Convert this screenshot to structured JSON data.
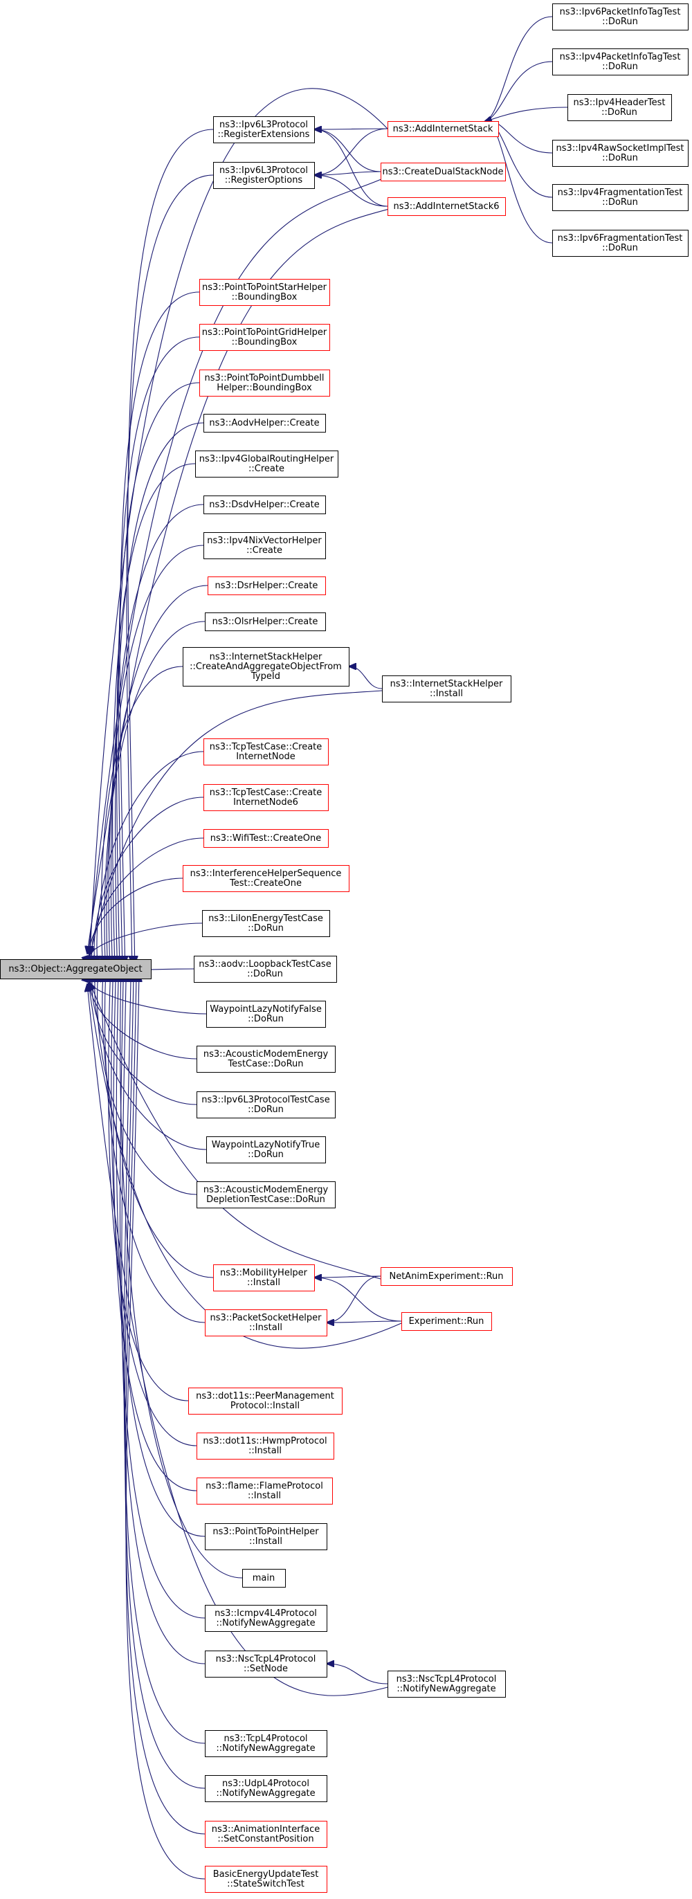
{
  "graph": {
    "nodes": [
      {
        "id": "root",
        "lines": [
          "ns3::Object::AggregateObject"
        ],
        "style": "root"
      },
      {
        "id": "ipv6reg_ext",
        "lines": [
          "ns3::Ipv6L3Protocol",
          "::RegisterExtensions"
        ],
        "style": "black"
      },
      {
        "id": "ipv6reg_opt",
        "lines": [
          "ns3::Ipv6L3Protocol",
          "::RegisterOptions"
        ],
        "style": "black"
      },
      {
        "id": "add_internet_stack",
        "lines": [
          "ns3::AddInternetStack"
        ],
        "style": "red"
      },
      {
        "id": "create_dual_stack",
        "lines": [
          "ns3::CreateDualStackNode"
        ],
        "style": "red"
      },
      {
        "id": "add_internet_stack6",
        "lines": [
          "ns3::AddInternetStack6"
        ],
        "style": "red"
      },
      {
        "id": "ipv6pkt_tag_test",
        "lines": [
          "ns3::Ipv6PacketInfoTagTest",
          "::DoRun"
        ],
        "style": "black"
      },
      {
        "id": "ipv4pkt_tag_test",
        "lines": [
          "ns3::Ipv4PacketInfoTagTest",
          "::DoRun"
        ],
        "style": "black"
      },
      {
        "id": "ipv4header_test",
        "lines": [
          "ns3::Ipv4HeaderTest",
          "::DoRun"
        ],
        "style": "black"
      },
      {
        "id": "ipv4raw_test",
        "lines": [
          "ns3::Ipv4RawSocketImplTest",
          "::DoRun"
        ],
        "style": "black"
      },
      {
        "id": "ipv4frag_test",
        "lines": [
          "ns3::Ipv4FragmentationTest",
          "::DoRun"
        ],
        "style": "black"
      },
      {
        "id": "ipv6frag_test",
        "lines": [
          "ns3::Ipv6FragmentationTest",
          "::DoRun"
        ],
        "style": "black"
      },
      {
        "id": "p2p_star_bbox",
        "lines": [
          "ns3::PointToPointStarHelper",
          "::BoundingBox"
        ],
        "style": "red"
      },
      {
        "id": "p2p_grid_bbox",
        "lines": [
          "ns3::PointToPointGridHelper",
          "::BoundingBox"
        ],
        "style": "red"
      },
      {
        "id": "p2p_dumbbell_bbox",
        "lines": [
          "ns3::PointToPointDumbbell",
          "Helper::BoundingBox"
        ],
        "style": "red"
      },
      {
        "id": "aodv_create",
        "lines": [
          "ns3::AodvHelper::Create"
        ],
        "style": "black"
      },
      {
        "id": "ipv4global_create",
        "lines": [
          "ns3::Ipv4GlobalRoutingHelper",
          "::Create"
        ],
        "style": "black"
      },
      {
        "id": "dsdv_create",
        "lines": [
          "ns3::DsdvHelper::Create"
        ],
        "style": "black"
      },
      {
        "id": "ipv4nix_create",
        "lines": [
          "ns3::Ipv4NixVectorHelper",
          "::Create"
        ],
        "style": "black"
      },
      {
        "id": "dsr_create",
        "lines": [
          "ns3::DsrHelper::Create"
        ],
        "style": "red"
      },
      {
        "id": "olsr_create",
        "lines": [
          "ns3::OlsrHelper::Create"
        ],
        "style": "black"
      },
      {
        "id": "ish_create_aggregate",
        "lines": [
          "ns3::InternetStackHelper",
          "::CreateAndAggregateObjectFrom",
          "TypeId"
        ],
        "style": "black"
      },
      {
        "id": "ish_install",
        "lines": [
          "ns3::InternetStackHelper",
          "::Install"
        ],
        "style": "black"
      },
      {
        "id": "tcp_create_node",
        "lines": [
          "ns3::TcpTestCase::Create",
          "InternetNode"
        ],
        "style": "red"
      },
      {
        "id": "tcp_create_node6",
        "lines": [
          "ns3::TcpTestCase::Create",
          "InternetNode6"
        ],
        "style": "red"
      },
      {
        "id": "wifi_create_one",
        "lines": [
          "ns3::WifiTest::CreateOne"
        ],
        "style": "red"
      },
      {
        "id": "interference_create_one",
        "lines": [
          "ns3::InterferenceHelperSequence",
          "Test::CreateOne"
        ],
        "style": "red"
      },
      {
        "id": "liion_dorun",
        "lines": [
          "ns3::LiIonEnergyTestCase",
          "::DoRun"
        ],
        "style": "black"
      },
      {
        "id": "aodv_loopback_dorun",
        "lines": [
          "ns3::aodv::LoopbackTestCase",
          "::DoRun"
        ],
        "style": "black"
      },
      {
        "id": "waypoint_false",
        "lines": [
          "WaypointLazyNotifyFalse",
          "::DoRun"
        ],
        "style": "black"
      },
      {
        "id": "acoustic_energy",
        "lines": [
          "ns3::AcousticModemEnergy",
          "TestCase::DoRun"
        ],
        "style": "black"
      },
      {
        "id": "ipv6l3_test",
        "lines": [
          "ns3::Ipv6L3ProtocolTestCase",
          "::DoRun"
        ],
        "style": "black"
      },
      {
        "id": "waypoint_true",
        "lines": [
          "WaypointLazyNotifyTrue",
          "::DoRun"
        ],
        "style": "black"
      },
      {
        "id": "acoustic_depletion",
        "lines": [
          "ns3::AcousticModemEnergy",
          "DepletionTestCase::DoRun"
        ],
        "style": "black"
      },
      {
        "id": "mobility_install",
        "lines": [
          "ns3::MobilityHelper",
          "::Install"
        ],
        "style": "red"
      },
      {
        "id": "packet_socket_install",
        "lines": [
          "ns3::PacketSocketHelper",
          "::Install"
        ],
        "style": "red"
      },
      {
        "id": "netanim_run",
        "lines": [
          "NetAnimExperiment::Run"
        ],
        "style": "red"
      },
      {
        "id": "experiment_run",
        "lines": [
          "Experiment::Run"
        ],
        "style": "red"
      },
      {
        "id": "dot11s_peer",
        "lines": [
          "ns3::dot11s::PeerManagement",
          "Protocol::Install"
        ],
        "style": "red"
      },
      {
        "id": "dot11s_hwmp",
        "lines": [
          "ns3::dot11s::HwmpProtocol",
          "::Install"
        ],
        "style": "red"
      },
      {
        "id": "flame_install",
        "lines": [
          "ns3::flame::FlameProtocol",
          "::Install"
        ],
        "style": "red"
      },
      {
        "id": "p2p_install",
        "lines": [
          "ns3::PointToPointHelper",
          "::Install"
        ],
        "style": "black"
      },
      {
        "id": "main",
        "lines": [
          "main"
        ],
        "style": "black"
      },
      {
        "id": "icmpv4_notify",
        "lines": [
          "ns3::Icmpv4L4Protocol",
          "::NotifyNewAggregate"
        ],
        "style": "black"
      },
      {
        "id": "nsc_setnode",
        "lines": [
          "ns3::NscTcpL4Protocol",
          "::SetNode"
        ],
        "style": "black"
      },
      {
        "id": "nsc_notify",
        "lines": [
          "ns3::NscTcpL4Protocol",
          "::NotifyNewAggregate"
        ],
        "style": "black"
      },
      {
        "id": "tcpl4_notify",
        "lines": [
          "ns3::TcpL4Protocol",
          "::NotifyNewAggregate"
        ],
        "style": "black"
      },
      {
        "id": "udpl4_notify",
        "lines": [
          "ns3::UdpL4Protocol",
          "::NotifyNewAggregate"
        ],
        "style": "black"
      },
      {
        "id": "anim_setpos",
        "lines": [
          "ns3::AnimationInterface",
          "::SetConstantPosition"
        ],
        "style": "red"
      },
      {
        "id": "basic_energy",
        "lines": [
          "BasicEnergyUpdateTest",
          "::StateSwitchTest"
        ],
        "style": "red"
      }
    ]
  },
  "colors": {
    "edge": "#191970",
    "red_border": "#ff0000",
    "black_border": "#000000",
    "root_fill": "#bfbfbf"
  }
}
